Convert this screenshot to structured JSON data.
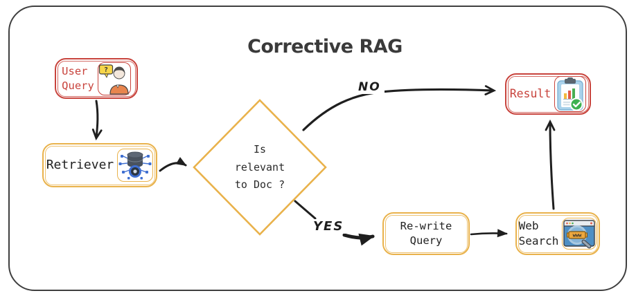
{
  "title": "Corrective RAG",
  "nodes": {
    "user_query": {
      "label": "User\nQuery"
    },
    "retriever": {
      "label": "Retriever"
    },
    "decision": {
      "label": "Is\nrelevant\nto Doc ?"
    },
    "result": {
      "label": "Result"
    },
    "rewrite_query": {
      "label": "Re-write\nQuery"
    },
    "web_search": {
      "label": "Web\nSearch"
    }
  },
  "edges": {
    "no_label": "NO",
    "yes_label": "YES"
  },
  "icons": {
    "user_query": "user-question-icon",
    "retriever": "database-network-icon",
    "result": "report-check-icon",
    "web_search": "browser-magnifier-icon",
    "www_text": "www",
    "question_mark": "?"
  },
  "colors": {
    "red": "#c8433c",
    "yellow": "#e9b24b",
    "ink": "#1f1f1f",
    "title": "#3a3a3a"
  }
}
